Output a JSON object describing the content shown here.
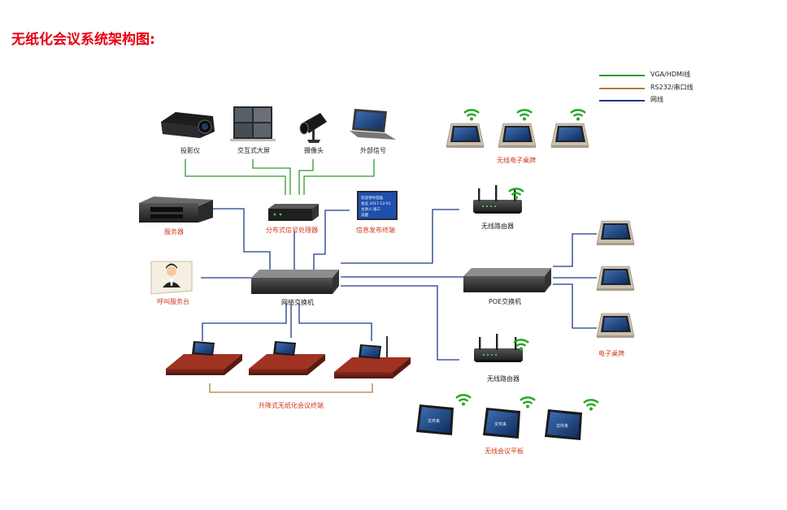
{
  "title": "无纸化会议系统架构图:",
  "legend": [
    {
      "label": "VGA/HDMI线",
      "color": "#2e9b2e"
    },
    {
      "label": "RS232/串口线",
      "color": "#b07a45"
    },
    {
      "label": "网线",
      "color": "#1f3a8a"
    }
  ],
  "devices": {
    "projector": "投影仪",
    "video_wall": "交互式大屏",
    "camera": "摄像头",
    "external_signal": "外部信号",
    "server": "服务器",
    "signal_processor": "分布式信号处理器",
    "info_terminal": "信息发布终端",
    "service_desk": "呼叫服务台",
    "network_switch": "网络交换机",
    "lift_terminal": "升降式无纸化会议终端",
    "wireless_nameplate": "无线电子桌牌",
    "router_top": "无线路由器",
    "poe_switch": "POE交换机",
    "nameplate": "电子桌牌",
    "router_bottom": "无线路由器",
    "wireless_tablet": "无线会议平板"
  },
  "info_terminal_text": [
    "欢迎领导莅临",
    "会议 2017-12-01",
    "主讲人:张三",
    "议题"
  ],
  "tablet_text": "文件夹",
  "colors": {
    "vga": "#2e9b2e",
    "rs232": "#b07a45",
    "net": "#1f3a8a",
    "title": "#e60012",
    "label_red": "#d0391c",
    "wifi": "#22aa22"
  }
}
